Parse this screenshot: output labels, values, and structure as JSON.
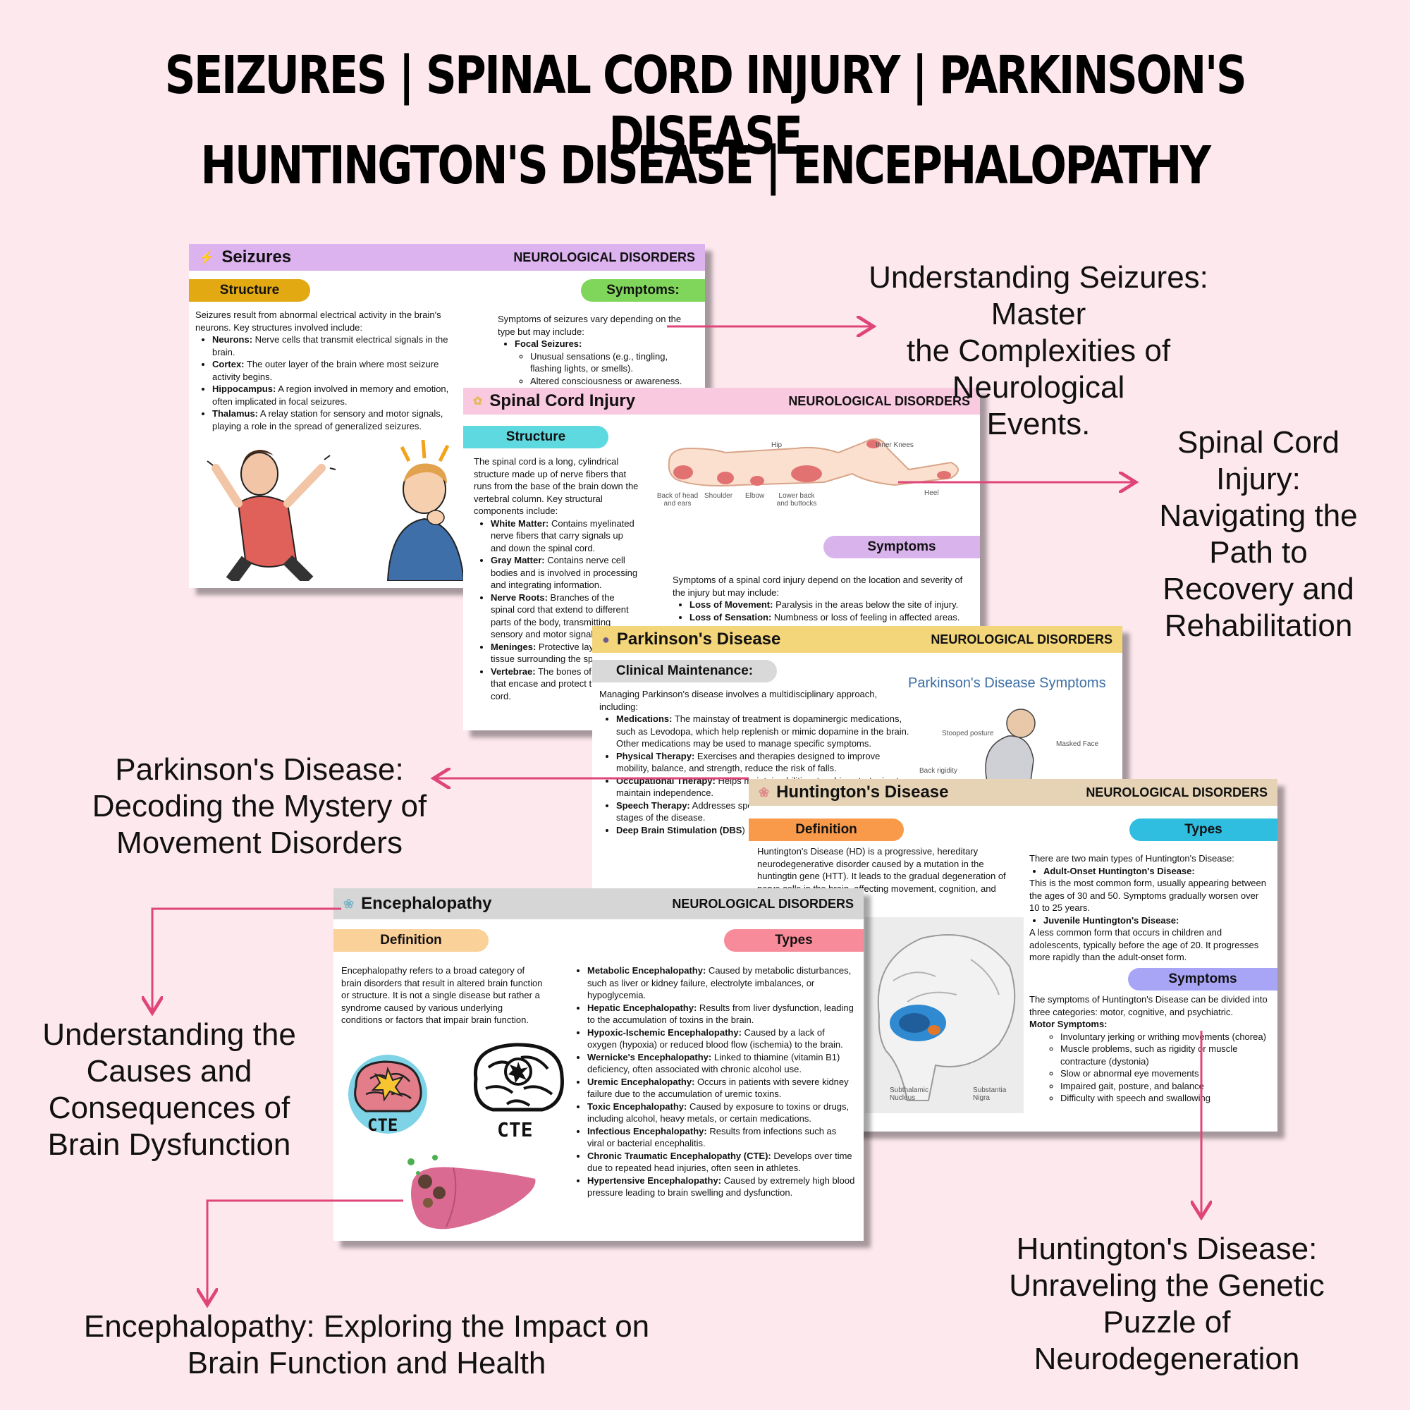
{
  "headline": {
    "line1": "SEIZURES | SPINAL CORD INJURY | PARKINSON'S DISEASE",
    "line2": "HUNTINGTON'S DISEASE | ENCEPHALOPATHY"
  },
  "captions": {
    "seizures": [
      "Understanding Seizures: Master",
      "the Complexities of Neurological",
      "Events."
    ],
    "spinal": [
      "Spinal Cord",
      "Injury:",
      "Navigating the",
      "Path to",
      "Recovery and",
      "Rehabilitation"
    ],
    "parkinsons": [
      "Parkinson's Disease:",
      "Decoding the Mystery of",
      "Movement Disorders"
    ],
    "causes": [
      "Understanding the",
      "Causes and",
      "Consequences of",
      "Brain Dysfunction"
    ],
    "encephalopathy": [
      "Encephalopathy: Exploring the Impact on",
      "Brain Function and Health"
    ],
    "huntingtons": [
      "Huntington's Disease:",
      "Unraveling the Genetic",
      "Puzzle of",
      "Neurodegeneration"
    ]
  },
  "colors": {
    "background": "#fde8ee",
    "seizures_header": "#dcb2ef",
    "spinal_header": "#f9c9df",
    "parkinsons_header": "#f3d57a",
    "huntingtons_header": "#e6d3b5",
    "encephalopathy_header": "#d6d6d6",
    "arrow": "#e0457a"
  },
  "seizures_card": {
    "title": "Seizures",
    "tag": "NEUROLOGICAL DISORDERS",
    "structure_label": "Structure",
    "symptoms_label": "Symptoms:",
    "structure_intro": "Seizures result from abnormal electrical activity in the brain's neurons. Key structures involved include:",
    "structure_items": [
      {
        "term": "Neurons:",
        "text": " Nerve cells that transmit electrical signals in the brain."
      },
      {
        "term": "Cortex:",
        "text": " The outer layer of the brain where most seizure activity begins."
      },
      {
        "term": "Hippocampus:",
        "text": " A region involved in memory and emotion, often implicated in focal seizures."
      },
      {
        "term": "Thalamus:",
        "text": " A relay station for sensory and motor signals, playing a role in the spread of generalized seizures."
      }
    ],
    "symptoms_intro": "Symptoms of seizures vary depending on the type but may include:",
    "focal_label": "Focal Seizures:",
    "focal_items": [
      "Unusual sensations (e.g., tingling, flashing lights, or smells).",
      "Altered consciousness or awareness."
    ]
  },
  "spinal_card": {
    "title": "Spinal Cord Injury",
    "tag": "NEUROLOGICAL DISORDERS",
    "structure_label": "Structure",
    "symptoms_label": "Symptoms",
    "structure_intro": "The spinal cord is a long, cylindrical structure made up of nerve fibers that runs from the base of the brain down the vertebral column. Key structural components include:",
    "structure_items": [
      {
        "term": "White Matter:",
        "text": " Contains myelinated nerve fibers that carry signals up and down the spinal cord."
      },
      {
        "term": "Gray Matter:",
        "text": " Contains nerve cell bodies and is involved in processing and integrating information."
      },
      {
        "term": "Nerve Roots:",
        "text": " Branches of the spinal cord that extend to different parts of the body, transmitting sensory and motor signals."
      },
      {
        "term": "Meninges:",
        "text": " Protective layers of tissue surrounding the spinal cord."
      },
      {
        "term": "Vertebrae:",
        "text": " The bones of the spine that encase and protect the spinal cord."
      }
    ],
    "symptoms_intro": "Symptoms of a spinal cord injury depend on the location and severity of the injury but may include:",
    "symptom_items": [
      {
        "term": "Loss of Movement:",
        "text": " Paralysis in the areas below the site of injury."
      },
      {
        "term": "Loss of Sensation:",
        "text": " Numbness or loss of feeling in affected areas."
      }
    ],
    "figure_labels": [
      "Hip",
      "Inner Knees",
      "Back of head and ears",
      "Shoulder",
      "Elbow",
      "Lower back and buttocks",
      "Heel"
    ]
  },
  "parkinsons_card": {
    "title": "Parkinson's Disease",
    "tag": "NEUROLOGICAL DISORDERS",
    "maintenance_label": "Clinical Maintenance:",
    "figure_title": "Parkinson's Disease Symptoms",
    "figure_labels": [
      "Stooped posture",
      "Masked Face",
      "Back rigidity"
    ],
    "intro": "Managing Parkinson's disease involves a multidisciplinary approach, including:",
    "items": [
      {
        "term": "Medications:",
        "text": " The mainstay of treatment is dopaminergic medications, such as Levodopa, which help replenish or mimic dopamine in the brain. Other medications may be used to manage specific symptoms."
      },
      {
        "term": "Physical Therapy:",
        "text": " Exercises and therapies designed to improve mobility, balance, and strength, reduce the risk of falls."
      },
      {
        "term": "Occupational Therapy:",
        "text": " Helps maintain abilities, teaching strategies to maintain independence."
      },
      {
        "term": "Speech Therapy:",
        "text": " Addresses speech issues that may arise in later stages of the disease."
      },
      {
        "term": "Deep Brain Stimulation (DBS",
        "text": ")"
      }
    ]
  },
  "huntingtons_card": {
    "title": "Huntington's Disease",
    "tag": "NEUROLOGICAL DISORDERS",
    "definition_label": "Definition",
    "types_label": "Types",
    "symptoms_label": "Symptoms",
    "definition_text": "Huntington's Disease (HD) is a progressive, hereditary neurodegenerative disorder caused by a mutation in the huntingtin gene (HTT). It leads to the gradual degeneration of nerve cells in the brain, affecting movement, cognition, and emotions.",
    "types_intro": "There are two main types of Huntington's Disease:",
    "adult_label": "Adult-Onset Huntington's Disease:",
    "adult_text": "This is the most common form, usually appearing between the ages of 30 and 50. Symptoms gradually worsen over 10 to 25 years.",
    "juvenile_label": "Juvenile Huntington's Disease:",
    "juvenile_text": "A less common form that occurs in children and adolescents, typically before the age of 20. It progresses more rapidly than the adult-onset form.",
    "symptoms_intro": "The symptoms of Huntington's Disease can be divided into three categories: motor, cognitive, and psychiatric.",
    "motor_label": "Motor Symptoms:",
    "motor_items": [
      "Involuntary jerking or writhing movements (chorea)",
      "Muscle problems, such as rigidity or muscle contracture (dystonia)",
      "Slow or abnormal eye movements",
      "Impaired gait, posture, and balance",
      "Difficulty with speech and swallowing"
    ],
    "figure_labels": [
      "Subthalamic Nucleus",
      "Substantia Nigra"
    ]
  },
  "encephalopathy_card": {
    "title": "Encephalopathy",
    "tag": "NEUROLOGICAL DISORDERS",
    "definition_label": "Definition",
    "types_label": "Types",
    "definition_text": "Encephalopathy refers to a broad category of brain disorders that result in altered brain function or structure. It is not a single disease but rather a syndrome caused by various underlying conditions or factors that impair brain function.",
    "cte_label": "CTE",
    "types": [
      {
        "term": "Metabolic Encephalopathy:",
        "text": " Caused by metabolic disturbances, such as liver or kidney failure, electrolyte imbalances, or hypoglycemia."
      },
      {
        "term": "Hepatic Encephalopathy:",
        "text": " Results from liver dysfunction, leading to the accumulation of toxins in the brain."
      },
      {
        "term": "Hypoxic-Ischemic Encephalopathy:",
        "text": " Caused by a lack of oxygen (hypoxia) or reduced blood flow (ischemia) to the brain."
      },
      {
        "term": "Wernicke's Encephalopathy:",
        "text": " Linked to thiamine (vitamin B1) deficiency, often associated with chronic alcohol use."
      },
      {
        "term": "Uremic Encephalopathy:",
        "text": " Occurs in patients with severe kidney failure due to the accumulation of uremic toxins."
      },
      {
        "term": "Toxic Encephalopathy:",
        "text": " Caused by exposure to toxins or drugs, including alcohol, heavy metals, or certain medications."
      },
      {
        "term": "Infectious Encephalopathy:",
        "text": " Results from infections such as viral or bacterial encephalitis."
      },
      {
        "term": "Chronic Traumatic Encephalopathy (CTE):",
        "text": " Develops over time due to repeated head injuries, often seen in athletes."
      },
      {
        "term": "Hypertensive Encephalopathy:",
        "text": " Caused by extremely high blood pressure leading to brain swelling and dysfunction."
      }
    ]
  }
}
